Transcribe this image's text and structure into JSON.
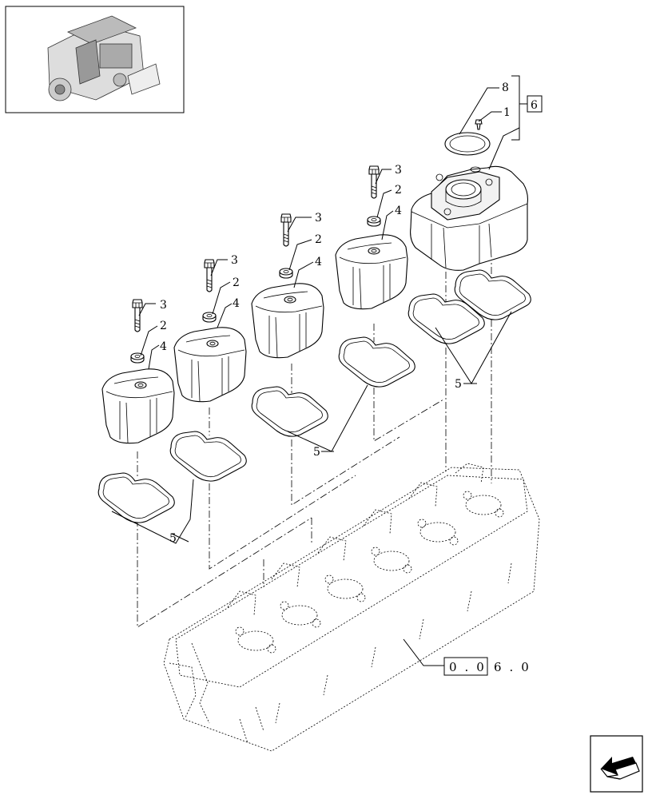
{
  "callouts": {
    "c1": "1",
    "c2": "2",
    "c3": "3",
    "c4": "4",
    "c5": "5",
    "c6": "6",
    "c8": "8"
  },
  "reference": {
    "prefix": "0.0",
    "suffix": "6.0"
  },
  "icons": {
    "thumbnail": "engine-thumbnail-icon",
    "nav": "back-arrow-icon"
  }
}
